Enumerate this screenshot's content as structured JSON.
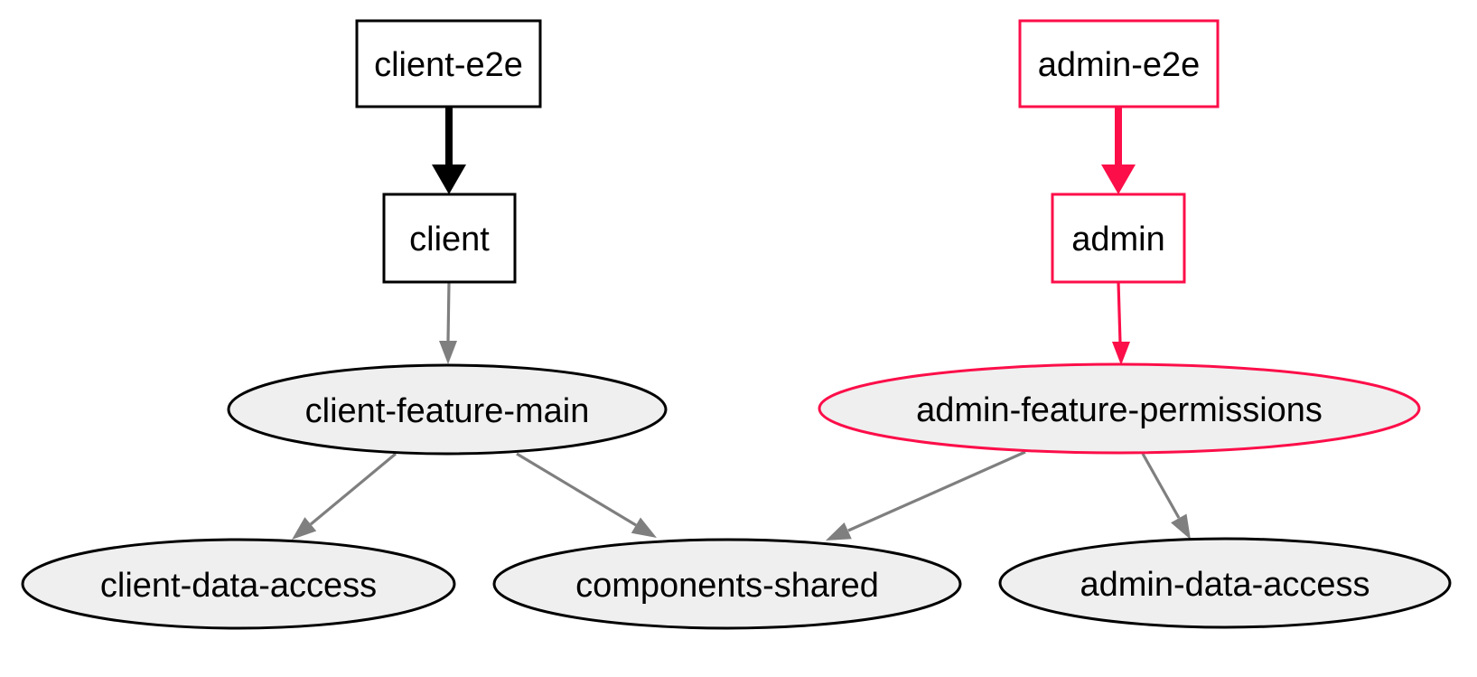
{
  "diagram": {
    "kind": "project-dependency-graph",
    "background": "#ffffff"
  },
  "colors": {
    "background": "#ffffff",
    "text": "#000000",
    "node_stroke": "#000000",
    "node_fill": "#efefef",
    "box_fill": "#ffffff",
    "highlight_red": "#fc0e49",
    "edge_gray": "#7f7f7f"
  },
  "nodes": [
    {
      "id": "client-e2e",
      "label": "client-e2e",
      "shape": "box",
      "stroke": "black"
    },
    {
      "id": "client",
      "label": "client",
      "shape": "box",
      "stroke": "black"
    },
    {
      "id": "admin-e2e",
      "label": "admin-e2e",
      "shape": "box",
      "stroke": "red"
    },
    {
      "id": "admin",
      "label": "admin",
      "shape": "box",
      "stroke": "red"
    },
    {
      "id": "client-feature-main",
      "label": "client-feature-main",
      "shape": "ellipse",
      "stroke": "black"
    },
    {
      "id": "admin-feature-permissions",
      "label": "admin-feature-permissions",
      "shape": "ellipse",
      "stroke": "red"
    },
    {
      "id": "client-data-access",
      "label": "client-data-access",
      "shape": "ellipse",
      "stroke": "black"
    },
    {
      "id": "components-shared",
      "label": "components-shared",
      "shape": "ellipse",
      "stroke": "black"
    },
    {
      "id": "admin-data-access",
      "label": "admin-data-access",
      "shape": "ellipse",
      "stroke": "black"
    }
  ],
  "edges": [
    {
      "from": "client-e2e",
      "to": "client",
      "color": "black",
      "weight": "thick"
    },
    {
      "from": "admin-e2e",
      "to": "admin",
      "color": "red",
      "weight": "thick"
    },
    {
      "from": "client",
      "to": "client-feature-main",
      "color": "gray",
      "weight": "thin"
    },
    {
      "from": "admin",
      "to": "admin-feature-permissions",
      "color": "red",
      "weight": "thin"
    },
    {
      "from": "client-feature-main",
      "to": "client-data-access",
      "color": "gray",
      "weight": "thin"
    },
    {
      "from": "client-feature-main",
      "to": "components-shared",
      "color": "gray",
      "weight": "thin"
    },
    {
      "from": "admin-feature-permissions",
      "to": "components-shared",
      "color": "gray",
      "weight": "thin"
    },
    {
      "from": "admin-feature-permissions",
      "to": "admin-data-access",
      "color": "gray",
      "weight": "thin"
    }
  ]
}
